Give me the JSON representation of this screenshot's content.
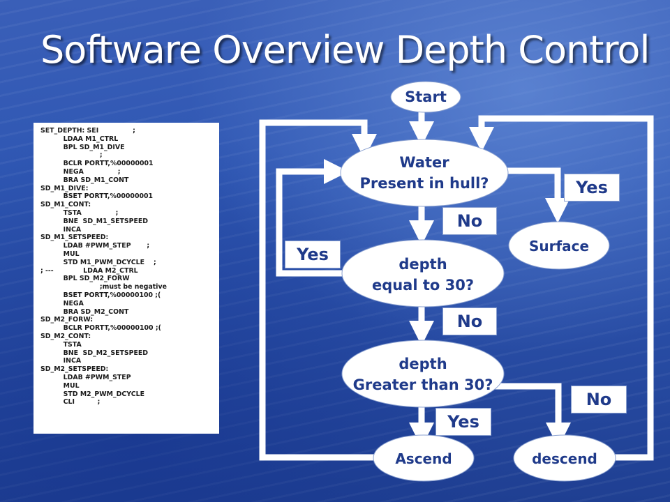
{
  "slide": {
    "title": "Software Overview Depth Control"
  },
  "code_listing": [
    "SET_DEPTH: SEI               ;",
    "          LDAA M1_CTRL",
    "          BPL SD_M1_DIVE",
    "                          ;",
    "          BCLR PORTT,%00000001",
    "          NEGA               ;",
    "          BRA SD_M1_CONT",
    "SD_M1_DIVE:",
    "          BSET PORTT,%00000001",
    "SD_M1_CONT:",
    "          TSTA               ;",
    "          BNE  SD_M1_SETSPEED",
    "          INCA",
    "SD_M1_SETSPEED:",
    "          LDAB #PWM_STEP       ;",
    "          MUL",
    "          STD M1_PWM_DCYCLE    ;",
    "; ---             LDAA M2_CTRL",
    "          BPL SD_M2_FORW",
    "                          ;must be negative",
    "          BSET PORTT,%00000100 ;(",
    "          NEGA",
    "          BRA SD_M2_CONT",
    "SD_M2_FORW:",
    "          BCLR PORTT,%00000100 ;(",
    "SD_M2_CONT:",
    "          TSTA",
    "          BNE  SD_M2_SETSPEED",
    "          INCA",
    "SD_M2_SETSPEED:",
    "          LDAB #PWM_STEP",
    "          MUL",
    "          STD M2_PWM_DCYCLE",
    "          CLI          ;"
  ],
  "flowchart": {
    "start": "Start",
    "water_line1": "Water",
    "water_line2": "Present in hull?",
    "depth_eq_line1": "depth",
    "depth_eq_line2": "equal to 30?",
    "depth_gt_line1": "depth",
    "depth_gt_line2": "Greater than 30?",
    "surface": "Surface",
    "ascend": "Ascend",
    "descend": "descend",
    "label_no_1": "No",
    "label_yes_water": "Yes",
    "label_yes_depth": "Yes",
    "label_no_2": "No",
    "label_no_3": "No",
    "label_yes_ascend": "Yes"
  },
  "colors": {
    "node_fill": "#ffffff",
    "node_text": "#1f3a8a",
    "connector": "#ffffff"
  }
}
